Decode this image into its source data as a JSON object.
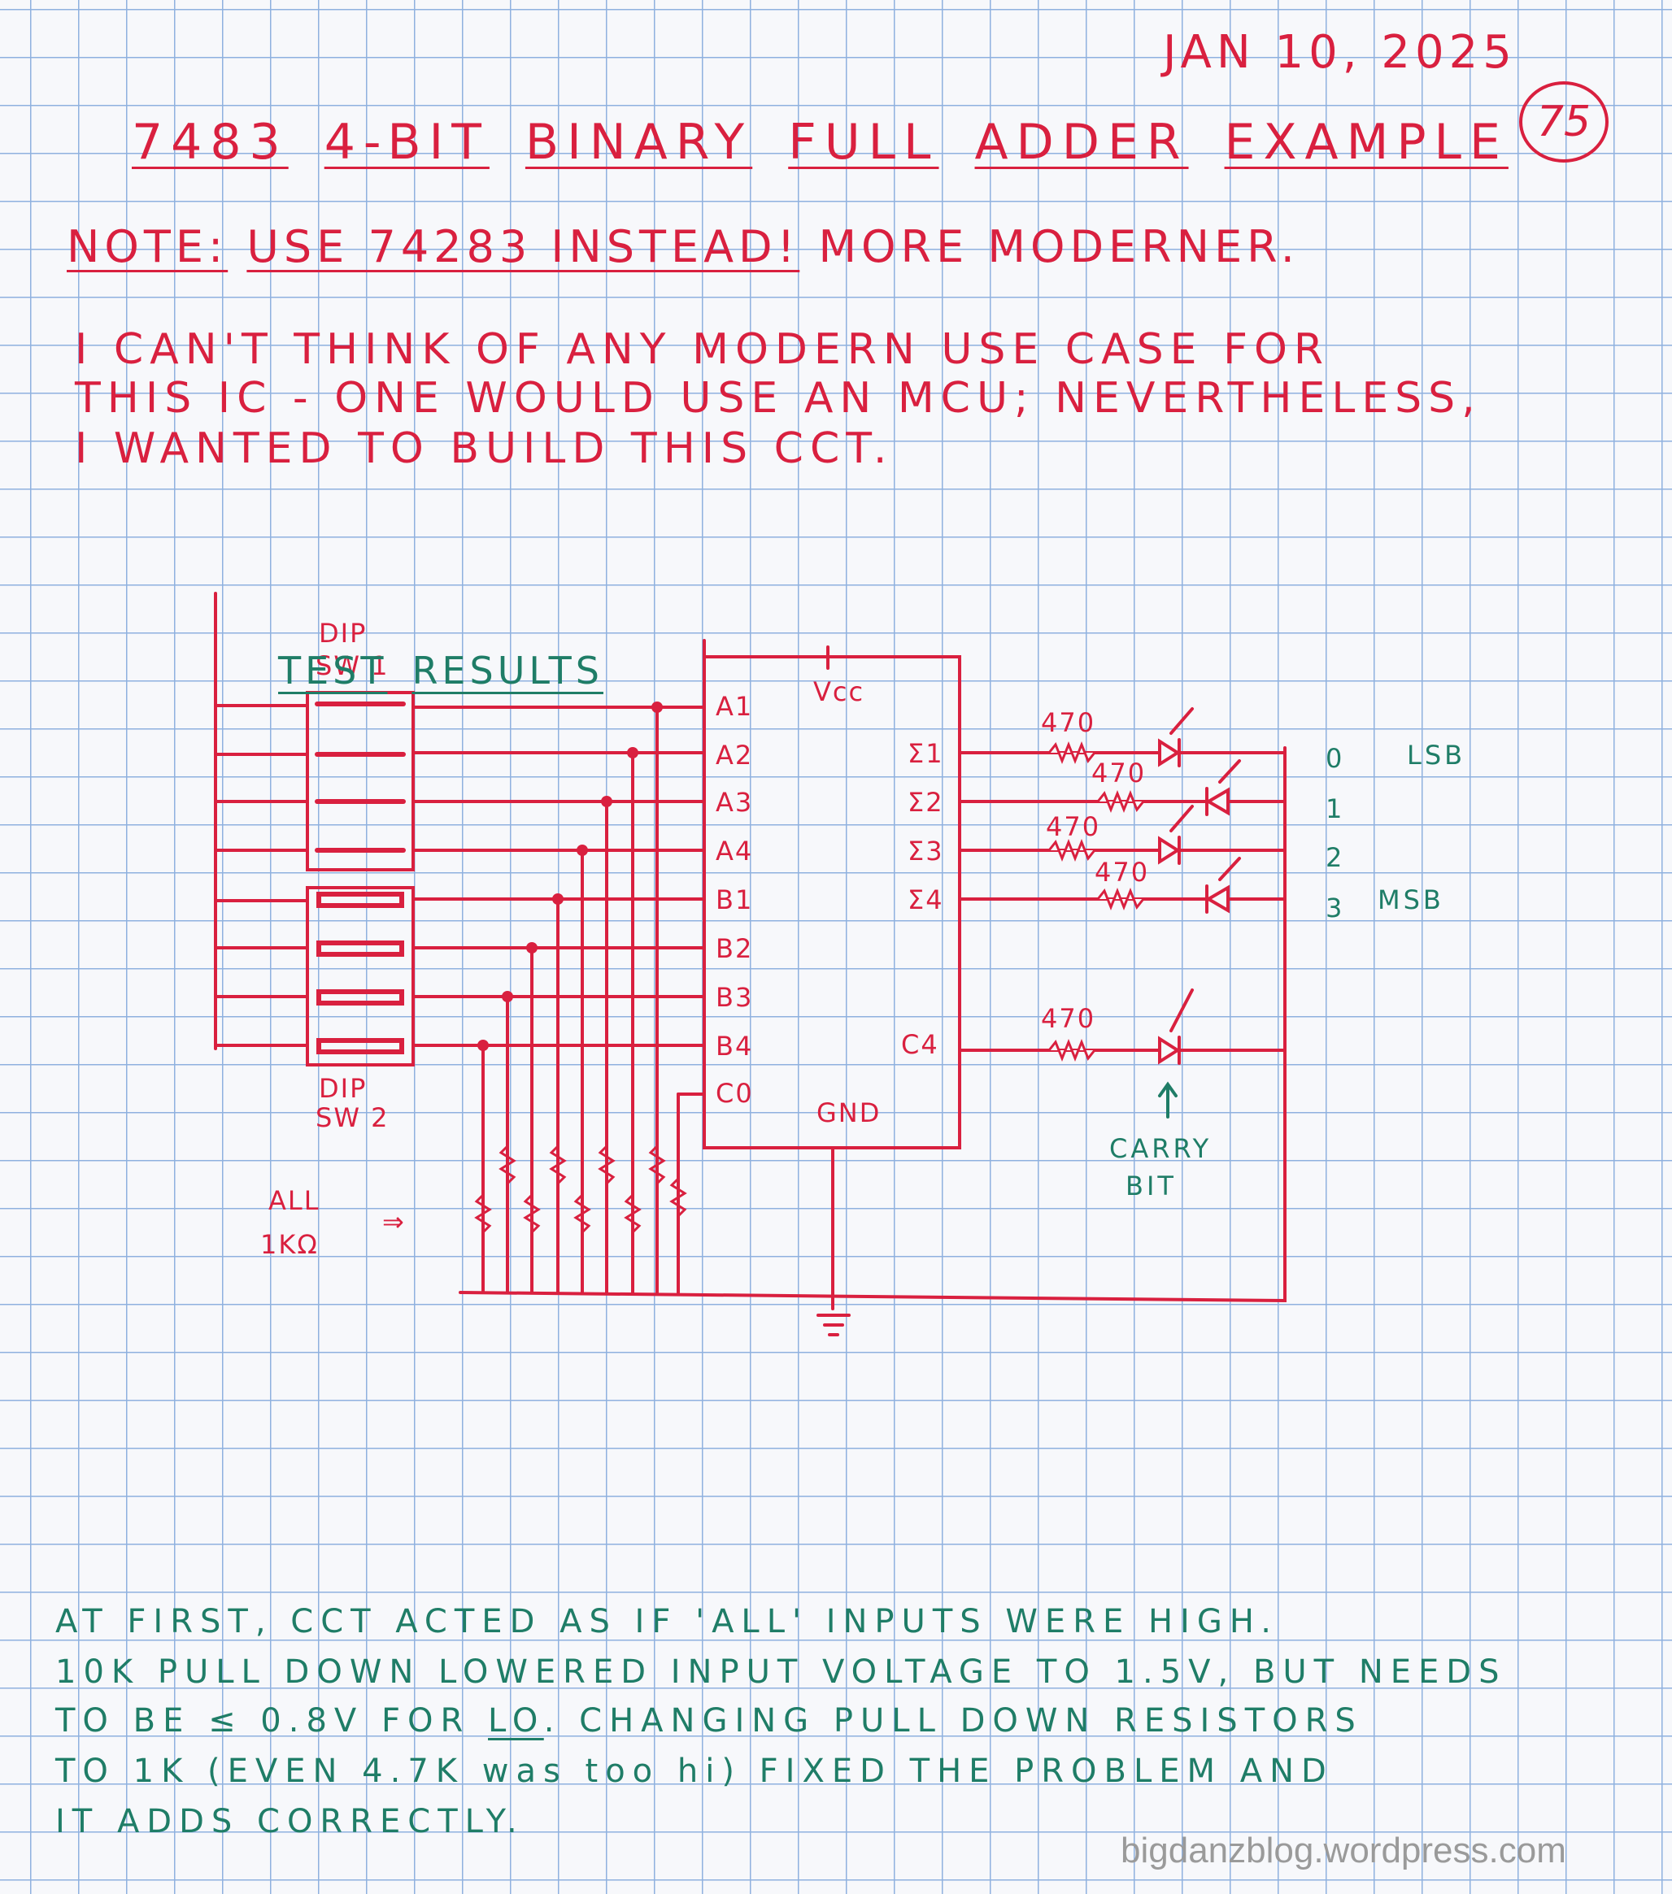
{
  "date": "JAN 10, 2025",
  "page_number": "75",
  "title": [
    "7483",
    "4-BIT",
    "BINARY",
    "FULL",
    "ADDER",
    "EXAMPLE"
  ],
  "note": {
    "label": "NOTE:",
    "underlined": "USE 74283 INSTEAD!",
    "rest": "MORE MODERNER."
  },
  "intro": [
    "I CAN'T THINK OF ANY MODERN USE CASE FOR",
    "THIS IC - ONE WOULD USE AN MCU; NEVERTHELESS,",
    "I WANTED TO BUILD THIS CCT."
  ],
  "schematic": {
    "dip_switch_1": [
      "DIP",
      "SW 1"
    ],
    "dip_switch_2": [
      "DIP",
      "SW 2"
    ],
    "chip_inputs": [
      "A1",
      "A2",
      "A3",
      "A4",
      "B1",
      "B2",
      "B3",
      "B4",
      "C0"
    ],
    "vcc": "Vcc",
    "gnd": "GND",
    "sum_outputs": [
      "Σ1",
      "Σ2",
      "Σ3",
      "Σ4"
    ],
    "carry_out": "C4",
    "resistor_value": "470",
    "bit_labels": [
      "0",
      "1",
      "2",
      "3"
    ],
    "lsb": "LSB",
    "msb": "MSB",
    "carry_bit": [
      "CARRY",
      "BIT"
    ],
    "pulldown_note": [
      "ALL",
      "1KΩ"
    ],
    "arrow": "⇒"
  },
  "test_results": {
    "heading": [
      "TEST",
      "RESULTS"
    ],
    "lines": [
      "AT FIRST, CCT ACTED AS IF 'ALL' INPUTS WERE HIGH.",
      "10K PULL DOWN LOWERED INPUT VOLTAGE TO 1.5V, BUT NEEDS",
      "CHANGING PULL DOWN RESISTORS",
      "TO 1K (EVEN 4.7K was too hi) FIXED THE PROBLEM AND",
      "IT ADDS CORRECTLY."
    ],
    "line3_prefix": "TO BE ≤ 0.8V FOR",
    "line3_lo": "LO",
    "line3_sep": "."
  },
  "watermark": "bigdanzblog.wordpress.com",
  "colors": {
    "ink_red": "#d9203f",
    "ink_green": "#1f7d67",
    "grid_blue": "#8fb1df",
    "paper": "#f7f8fb"
  }
}
